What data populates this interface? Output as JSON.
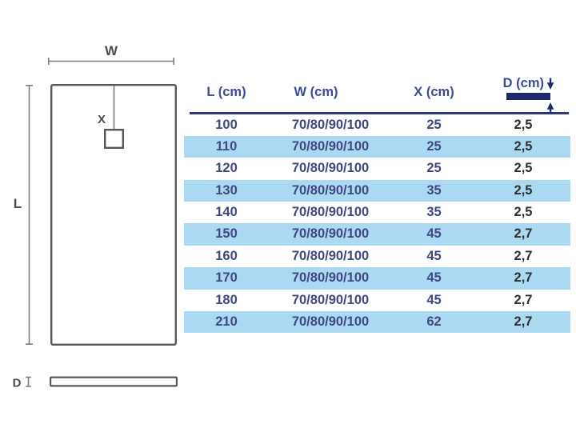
{
  "diagram": {
    "width_label": "W",
    "drain_offset_label": "X",
    "length_label": "L",
    "depth_label": "D"
  },
  "table": {
    "columns": [
      {
        "label": "L (cm)"
      },
      {
        "label": "W (cm)"
      },
      {
        "label": "X (cm)"
      },
      {
        "label": "D (cm)"
      }
    ],
    "rows": [
      {
        "l": "100",
        "w": "70/80/90/100",
        "x": "25",
        "d": "2,5",
        "highlight": false
      },
      {
        "l": "110",
        "w": "70/80/90/100",
        "x": "25",
        "d": "2,5",
        "highlight": true
      },
      {
        "l": "120",
        "w": "70/80/90/100",
        "x": "25",
        "d": "2,5",
        "highlight": false
      },
      {
        "l": "130",
        "w": "70/80/90/100",
        "x": "35",
        "d": "2,5",
        "highlight": true
      },
      {
        "l": "140",
        "w": "70/80/90/100",
        "x": "35",
        "d": "2,5",
        "highlight": false
      },
      {
        "l": "150",
        "w": "70/80/90/100",
        "x": "45",
        "d": "2,7",
        "highlight": true
      },
      {
        "l": "160",
        "w": "70/80/90/100",
        "x": "45",
        "d": "2,7",
        "highlight": false
      },
      {
        "l": "170",
        "w": "70/80/90/100",
        "x": "45",
        "d": "2,7",
        "highlight": true
      },
      {
        "l": "180",
        "w": "70/80/90/100",
        "x": "45",
        "d": "2,7",
        "highlight": false
      },
      {
        "l": "210",
        "w": "70/80/90/100",
        "x": "62",
        "d": "2,7",
        "highlight": true
      }
    ]
  },
  "colors": {
    "stripe": "#acd9f2",
    "header-text": "#3d4b9b",
    "value-text": "#414780",
    "d-value-text": "#2f2f31",
    "navy": "#1f2a6b",
    "rule": "#2b3a7e",
    "line-gray": "#7d7d7d",
    "shape-gray": "#58585a",
    "label-gray": "#4c4c4e"
  }
}
